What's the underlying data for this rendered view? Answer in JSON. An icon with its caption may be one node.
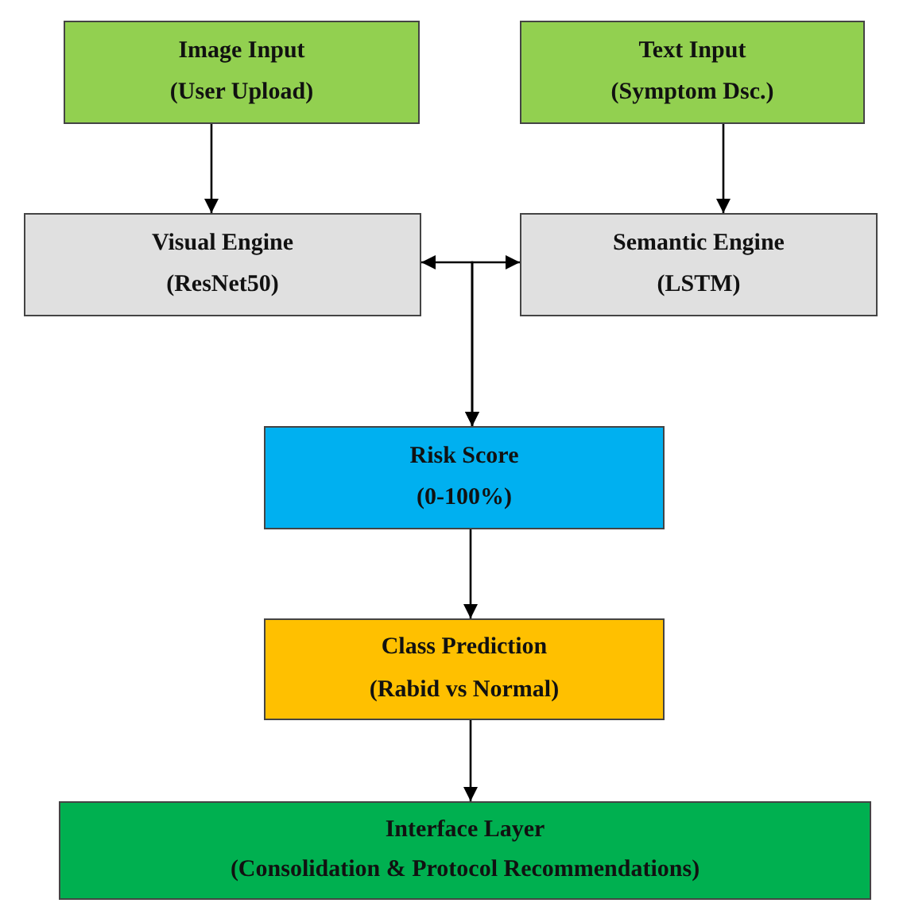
{
  "diagram": {
    "nodes": [
      {
        "text": [
          "Image Input",
          "(User Upload)"
        ]
      },
      {
        "text": [
          "Text Input",
          "(Symptom Dsc.)"
        ]
      },
      {
        "text": [
          "Visual Engine",
          "(ResNet50)"
        ]
      },
      {
        "text": [
          "Semantic Engine",
          "(LSTM)"
        ]
      },
      {
        "text": [
          "Risk Score",
          "(0-100%)"
        ]
      },
      {
        "text": [
          "Class Prediction",
          "(Rabid vs Normal)"
        ]
      },
      {
        "text": [
          "Interface Layer",
          "(Consolidation & Protocol Recommendations)"
        ]
      }
    ],
    "edges": [
      {
        "from": 0,
        "to": 2,
        "arrow": "to"
      },
      {
        "from": 1,
        "to": 3,
        "arrow": "to"
      },
      {
        "from": 2,
        "to": 4,
        "arrow": "both"
      },
      {
        "from": 3,
        "to": 4,
        "arrow": "both"
      },
      {
        "from": 4,
        "to": 5,
        "arrow": "to"
      },
      {
        "from": 5,
        "to": 6,
        "arrow": "to"
      }
    ]
  }
}
